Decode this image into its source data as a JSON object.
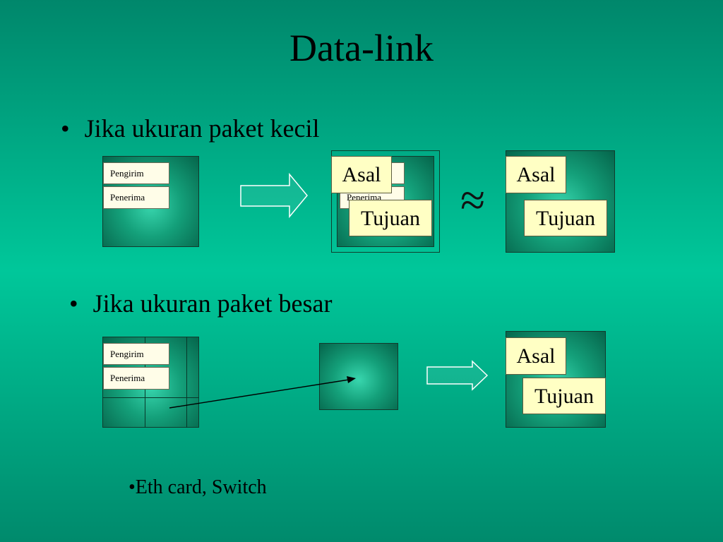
{
  "title": "Data-link",
  "section_small": {
    "bullet": "•",
    "text": "Jika ukuran paket kecil"
  },
  "section_large": {
    "bullet": "•",
    "text": "Jika ukuran paket besar"
  },
  "labels": {
    "sender": "Pengirim",
    "receiver": "Penerima",
    "source": "Asal",
    "destination": "Tujuan",
    "approx": "≈"
  },
  "footnote": "•Eth card, Switch"
}
